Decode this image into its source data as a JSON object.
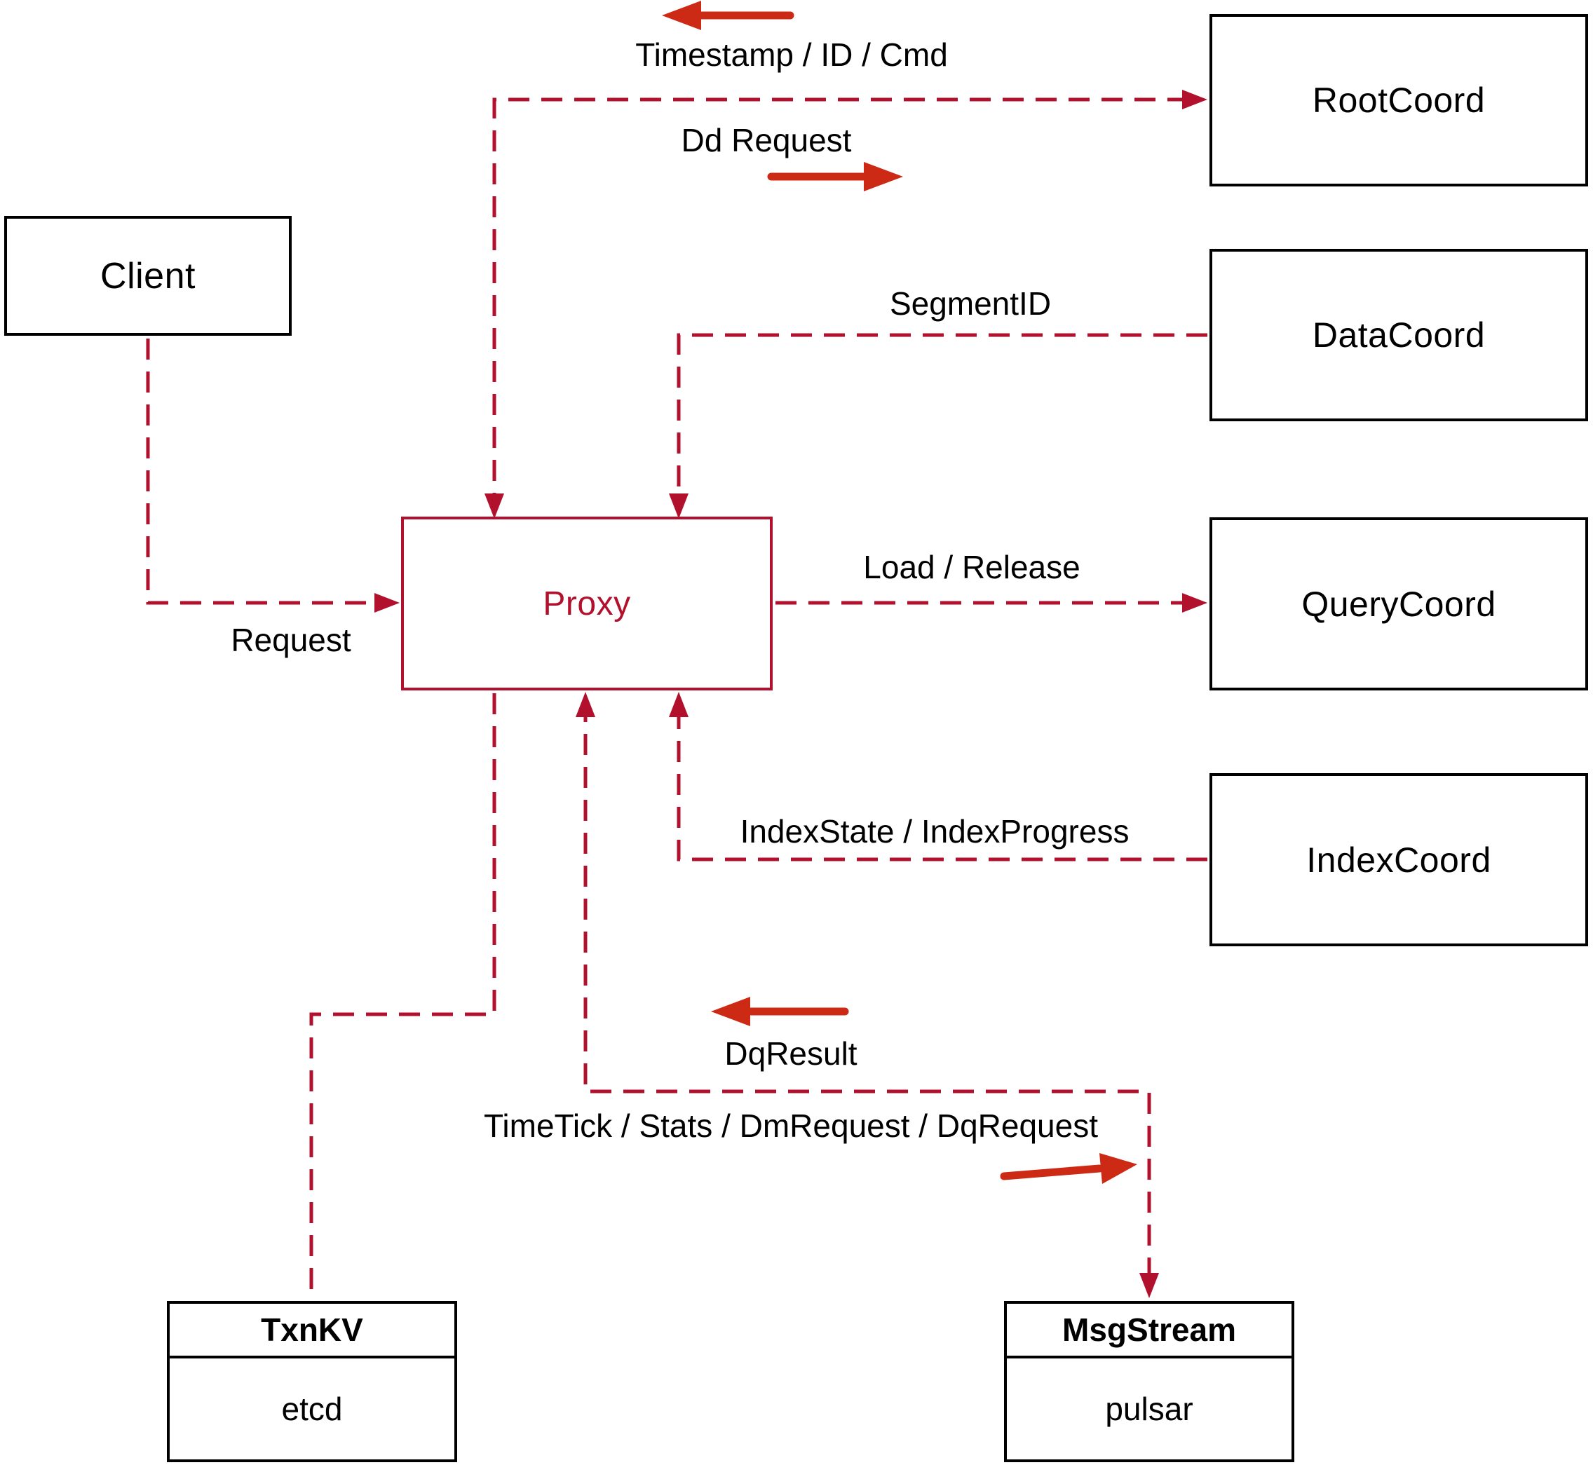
{
  "nodes": {
    "client": {
      "label": "Client"
    },
    "proxy": {
      "label": "Proxy"
    },
    "root_coord": {
      "label": "RootCoord"
    },
    "data_coord": {
      "label": "DataCoord"
    },
    "query_coord": {
      "label": "QueryCoord"
    },
    "index_coord": {
      "label": "IndexCoord"
    },
    "txn_kv": {
      "title": "TxnKV",
      "subtitle": "etcd"
    },
    "msg_stream": {
      "title": "MsgStream",
      "subtitle": "pulsar"
    }
  },
  "edges": {
    "timestamp_id_cmd": "Timestamp / ID / Cmd",
    "dd_request": "Dd Request",
    "segment_id": "SegmentID",
    "load_release": "Load / Release",
    "index_state_progress": "IndexState / IndexProgress",
    "request": "Request",
    "dq_result": "DqResult",
    "timetick_stats": "TimeTick / Stats / DmRequest / DqRequest"
  },
  "colors": {
    "dashed_line": "#b2112e",
    "solid_arrow": "#cd2a16",
    "box_border": "#000000",
    "label_text": "#000000",
    "proxy_accent": "#b2112e",
    "background": "#ffffff"
  }
}
